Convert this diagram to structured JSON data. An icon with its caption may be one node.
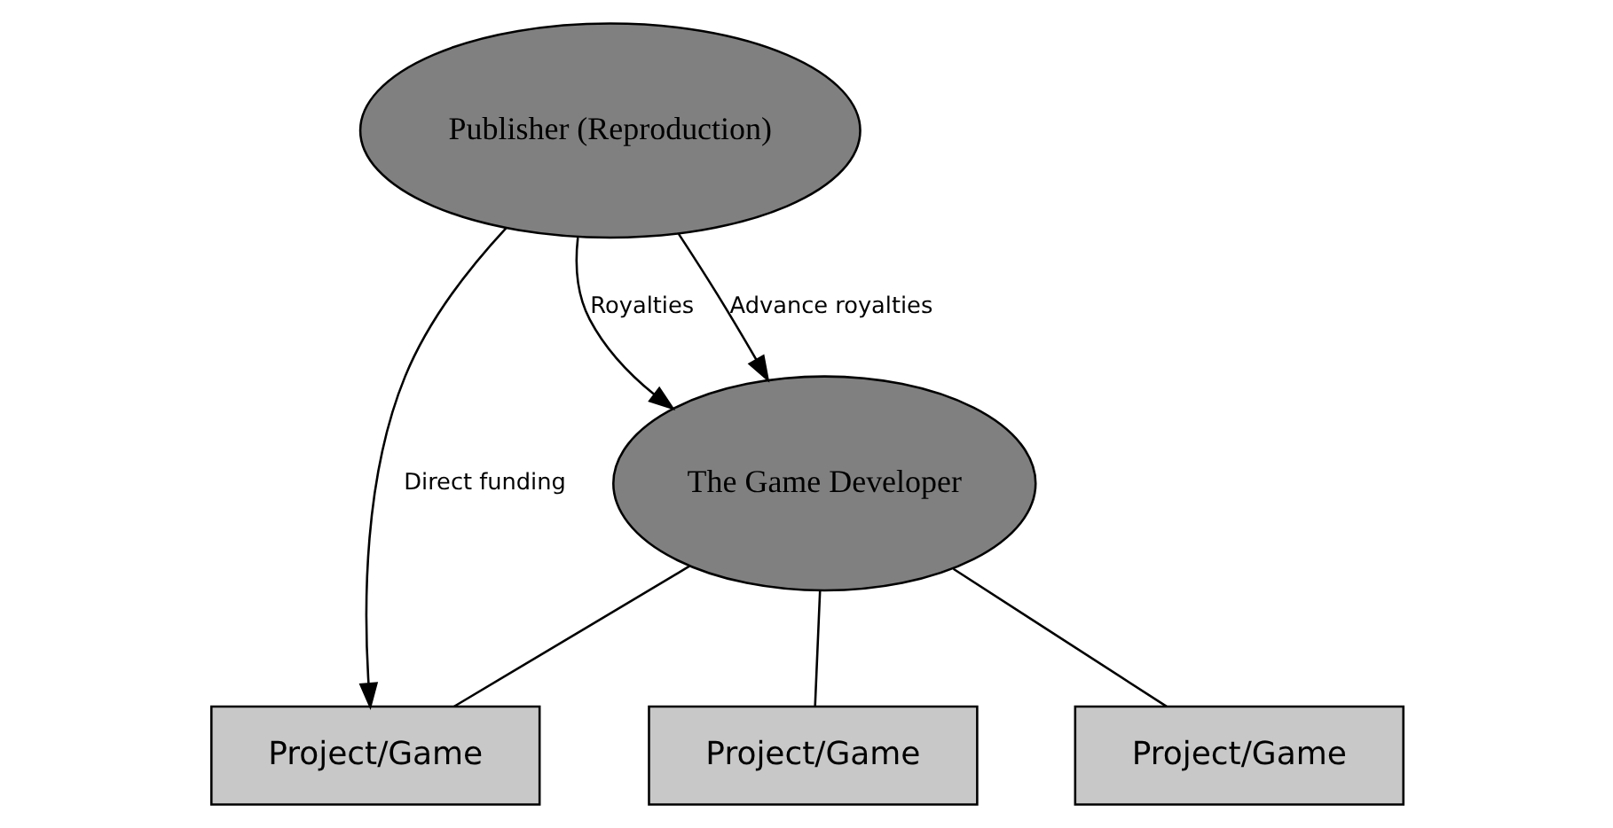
{
  "diagram": {
    "nodes": [
      {
        "text": [
          "Publisher (Reproduction)"
        ]
      },
      {
        "text": [
          "The Game Developer"
        ]
      },
      {
        "text": [
          "Project/Game"
        ]
      },
      {
        "text": [
          "Project/Game"
        ]
      },
      {
        "text": [
          "Project/Game"
        ]
      }
    ],
    "edges": [
      {
        "from": 0,
        "to": 1,
        "arrow": "to",
        "label": "Advance royalties"
      },
      {
        "from": 0,
        "to": 1,
        "arrow": "to",
        "label": "Royalties"
      },
      {
        "from": 1,
        "to": 2,
        "arrow": "none"
      },
      {
        "from": 1,
        "to": 3,
        "arrow": "none"
      },
      {
        "from": 1,
        "to": 4,
        "arrow": "none"
      },
      {
        "from": 0,
        "to": 3,
        "arrow": "to",
        "label": "Direct funding"
      }
    ]
  }
}
